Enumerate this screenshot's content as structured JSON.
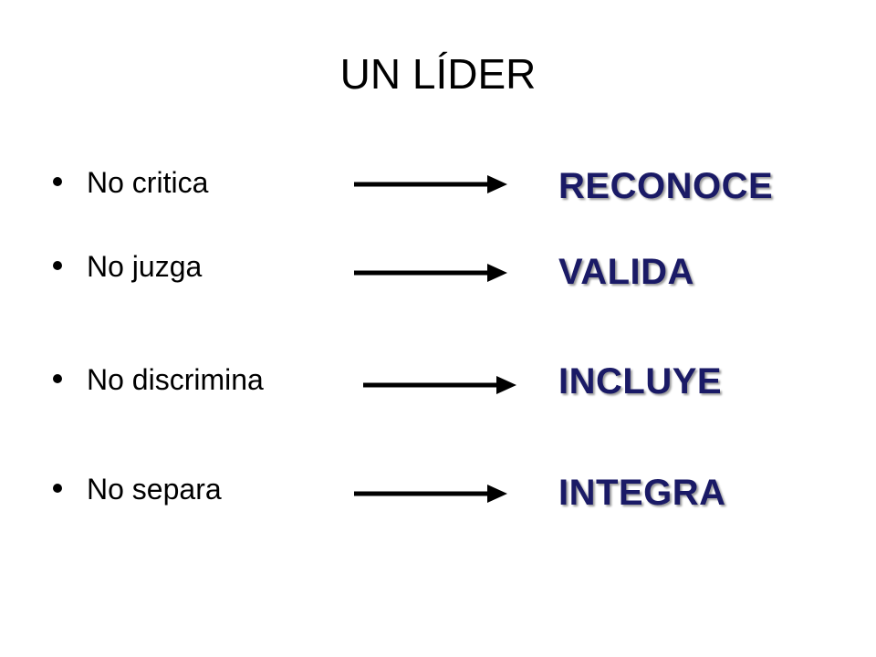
{
  "slide": {
    "title": "UN LÍDER",
    "accent_color": "#1a1a66",
    "items": [
      {
        "bullet_text": "No critica",
        "result": "RECONOCE",
        "arrow_icon": "right-arrow-icon"
      },
      {
        "bullet_text": "No juzga",
        "result": "VALIDA",
        "arrow_icon": "right-arrow-icon"
      },
      {
        "bullet_text": "No discrimina",
        "result": "INCLUYE",
        "arrow_icon": "right-arrow-icon"
      },
      {
        "bullet_text": "No separa",
        "result": "INTEGRA",
        "arrow_icon": "right-arrow-icon"
      }
    ]
  }
}
